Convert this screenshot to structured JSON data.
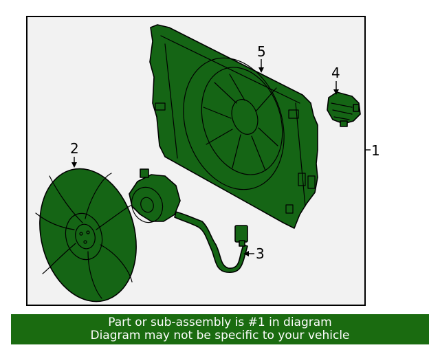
{
  "callouts": {
    "c1": "1",
    "c2": "2",
    "c3": "3",
    "c4": "4",
    "c5": "5"
  },
  "banner": {
    "line1": "Part or sub-assembly is #1 in diagram",
    "line2": "Diagram may not be specific to your vehicle"
  },
  "colors": {
    "part_fill": "#156515",
    "banner_bg": "#1a6b10",
    "frame_bg": "#f2f2f2"
  }
}
